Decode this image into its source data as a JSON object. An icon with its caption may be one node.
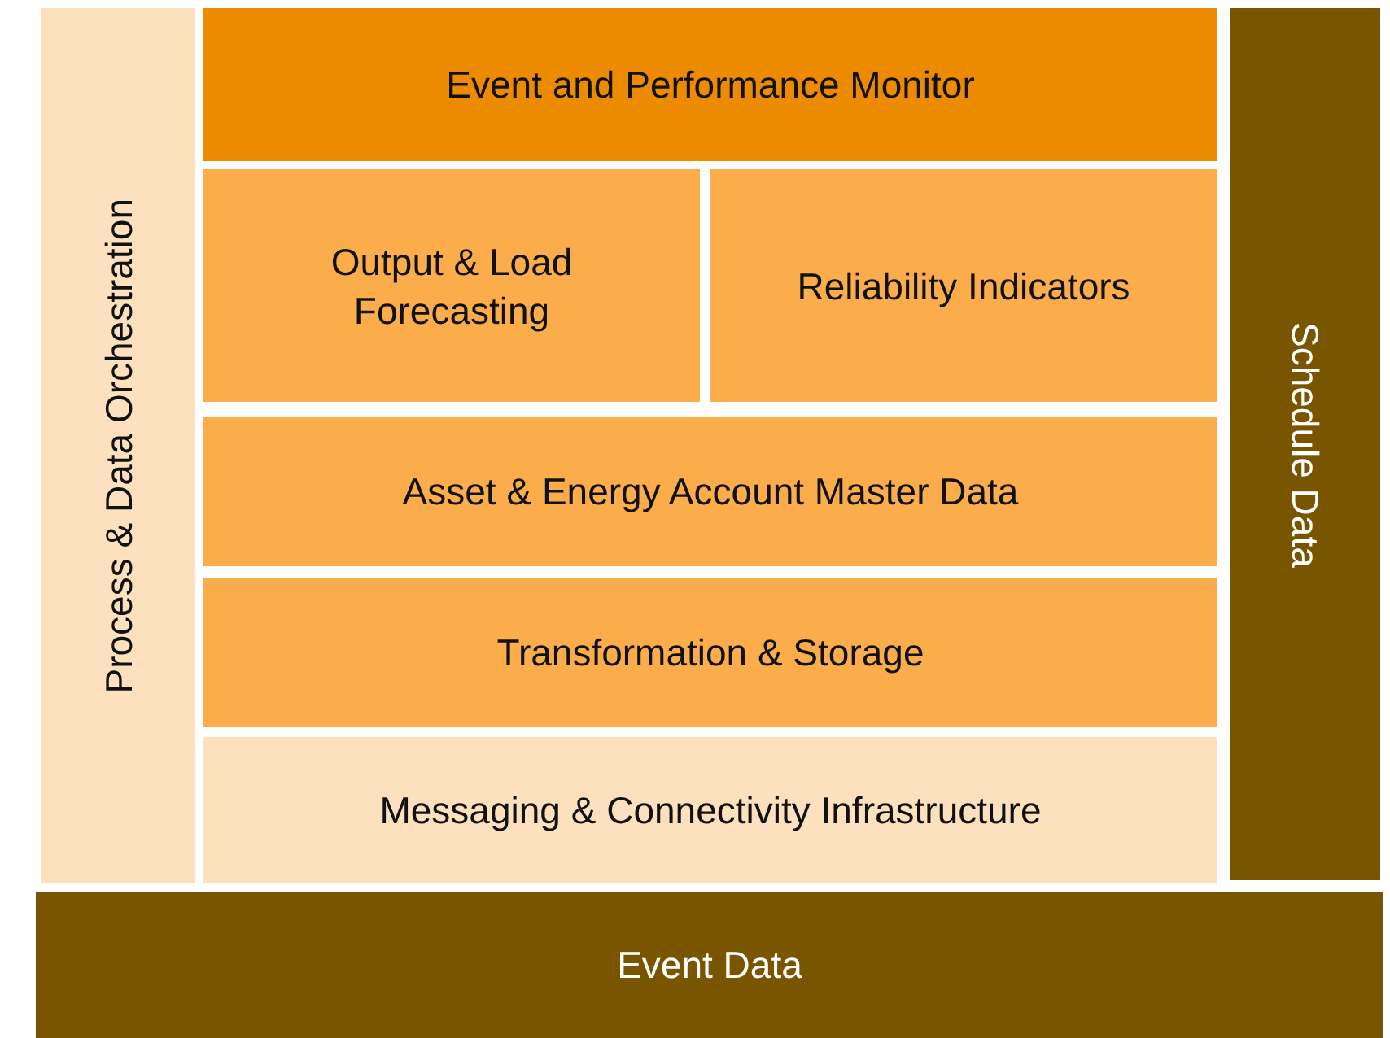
{
  "diagram": {
    "nodes": [
      {
        "text": [
          "Process & Data Orchestration"
        ]
      },
      {
        "text": [
          "Event and Performance Monitor"
        ]
      },
      {
        "text": [
          "Output & Load Forecasting"
        ]
      },
      {
        "text": [
          "Reliability Indicators"
        ]
      },
      {
        "text": [
          "Asset & Energy Account Master Data"
        ]
      },
      {
        "text": [
          "Transformation & Storage"
        ]
      },
      {
        "text": [
          "Messaging & Connectivity Infrastructure"
        ]
      },
      {
        "text": [
          "Schedule Data"
        ]
      },
      {
        "text": [
          "Event Data"
        ]
      }
    ],
    "edges": []
  }
}
